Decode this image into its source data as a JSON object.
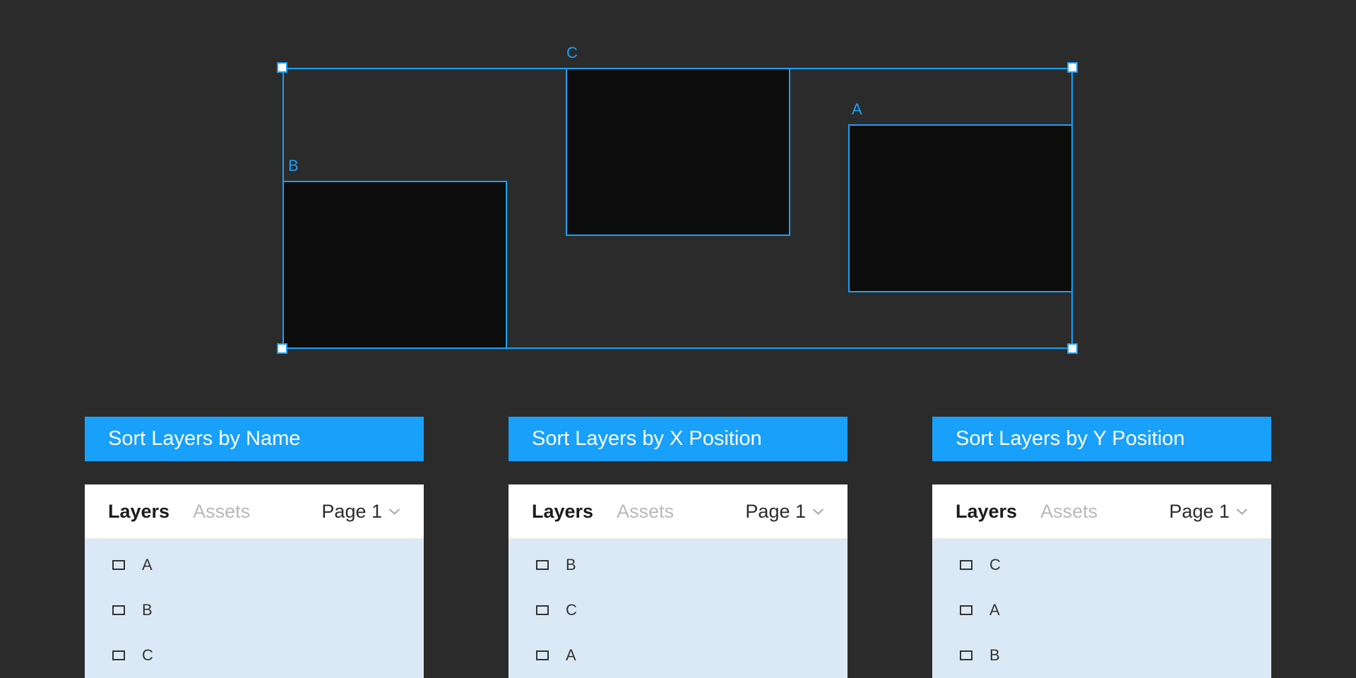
{
  "colors": {
    "background": "#2b2b2b",
    "accent_blue": "#18a0fb",
    "shape_fill": "#0c0c0c",
    "panel_header_background": "#ffffff",
    "panel_list_background": "#dbe9f6",
    "selection_handle_fill": "#ffffff"
  },
  "icons": {
    "chevron_down": "⌄",
    "rectangle_layer": "▭"
  },
  "canvas": {
    "shapes": [
      {
        "label": "C"
      },
      {
        "label": "A"
      },
      {
        "label": "B"
      }
    ]
  },
  "panels": [
    {
      "button_label": "Sort Layers by Name",
      "tab_layers": "Layers",
      "tab_assets": "Assets",
      "page_selector": "Page 1",
      "layers": [
        {
          "name": "A"
        },
        {
          "name": "B"
        },
        {
          "name": "C"
        }
      ]
    },
    {
      "button_label": "Sort Layers by X Position",
      "tab_layers": "Layers",
      "tab_assets": "Assets",
      "page_selector": "Page 1",
      "layers": [
        {
          "name": "B"
        },
        {
          "name": "C"
        },
        {
          "name": "A"
        }
      ]
    },
    {
      "button_label": "Sort Layers by Y Position",
      "tab_layers": "Layers",
      "tab_assets": "Assets",
      "page_selector": "Page 1",
      "layers": [
        {
          "name": "C"
        },
        {
          "name": "A"
        },
        {
          "name": "B"
        }
      ]
    }
  ]
}
